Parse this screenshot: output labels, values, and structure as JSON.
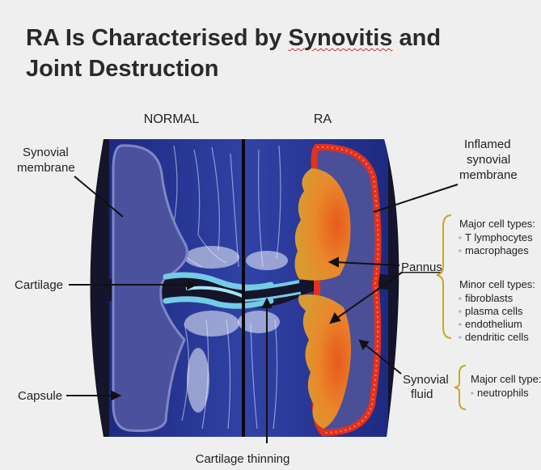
{
  "title": {
    "part1": "RA Is Characterised by ",
    "part2": "Synovitis",
    "part3": " and",
    "line2": "Joint Destruction"
  },
  "diagram": {
    "normal_header": "NORMAL",
    "ra_header": "RA",
    "labels": {
      "synovial_membrane_1": "Synovial",
      "synovial_membrane_2": "membrane",
      "cartilage": "Cartilage",
      "capsule": "Capsule",
      "cartilage_thinning": "Cartilage thinning",
      "inflamed_1": "Inflamed",
      "inflamed_2": "synovial",
      "inflamed_3": "membrane",
      "pannus": "Pannus",
      "synovial_fluid_1": "Synovial",
      "synovial_fluid_2": "fluid"
    },
    "pannus_cells": {
      "major_heading": "Major cell types:",
      "major_items": [
        "T lymphocytes",
        "macrophages"
      ],
      "minor_heading": "Minor cell types:",
      "minor_items": [
        "fibroblasts",
        "plasma cells",
        "endothelium",
        "dendritic cells"
      ]
    },
    "fluid_cells": {
      "heading": "Major cell type:",
      "items": [
        "neutrophils"
      ]
    }
  },
  "colors": {
    "background": "#efefef",
    "capsule": "#1a1a2e",
    "synovium": "#4a4f98",
    "bone": "#2b3a9a",
    "cartilage": "#6fc9e6",
    "inflamed": "#e02a1a",
    "pannus": "#e79a2a",
    "bracket": "#c8a820",
    "bullet": "#b8b0d8"
  }
}
